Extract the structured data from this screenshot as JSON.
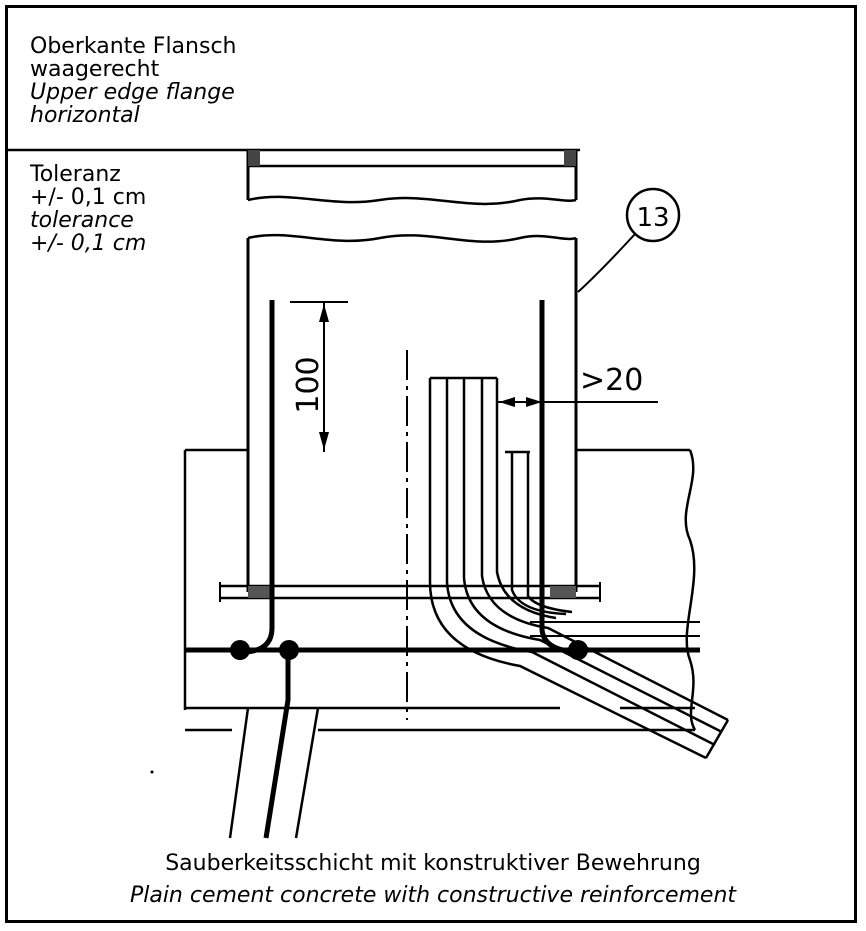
{
  "flange_note": {
    "de_line1": "Oberkante Flansch",
    "de_line2": "waagerecht",
    "en_line1": "Upper edge flange",
    "en_line2": "horizontal"
  },
  "tolerance_note": {
    "de_line1": "Toleranz",
    "de_line2": "+/- 0,1 cm",
    "en_line1": "tolerance",
    "en_line2": "+/- 0,1 cm"
  },
  "dimensions": {
    "height": "100",
    "gap": ">20"
  },
  "reference_mark": "13",
  "caption": {
    "de": "Sauberkeitsschicht mit konstruktiver Bewehrung",
    "en": "Plain cement concrete with constructive reinforcement"
  }
}
